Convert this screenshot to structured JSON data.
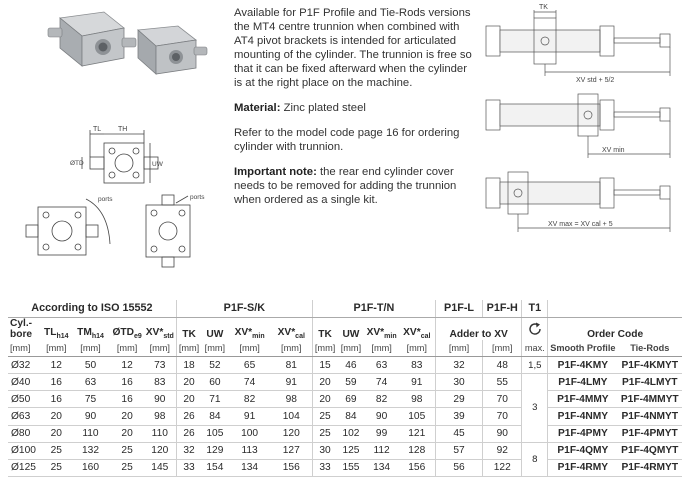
{
  "text": {
    "p1": "Available for P1F Profile and Tie-Rods versions the MT4 centre trunnion when combined with AT4 pivot brackets is intended for articulated mounting of the cylinder. The trunnion is free so that it can be fixed afterward when the cylinder is at the right place on the machine.",
    "material_label": "Material:",
    "material_value": " Zinc plated steel",
    "p3": "Refer to the model code page 16 for ordering cylinder with trunnion.",
    "note_label": "Important note:",
    "note_value": " the rear end cylinder cover needs to be removed for adding the trunnion when ordered as a single kit."
  },
  "drawing_labels": {
    "tl": "TL",
    "th": "TH",
    "td": "ØTD",
    "uw": "UW",
    "ports1": "ports",
    "ports2": "ports",
    "tk": "TK",
    "xv_std": "XV std + 5/2",
    "xv_min": "XV min",
    "xv_max": "XV max = XV cal + 5"
  },
  "table": {
    "groups": {
      "iso": "According to ISO 15552",
      "sk": "P1F-S/K",
      "tn": "P1F-T/N",
      "l": "P1F-L",
      "h": "P1F-H",
      "t1": "T1",
      "order": "Order Code"
    },
    "headers": {
      "cyl": "Cyl.-",
      "bore": "bore",
      "tl": "TL",
      "tl_sub": "h14",
      "tm": "TM",
      "tm_sub": "h14",
      "td": "ØTD",
      "td_sub": "e9",
      "xv_std": "XV*",
      "xv_std_sub": "std",
      "tk": "TK",
      "uw": "UW",
      "xv_min": "XV*",
      "xv_min_sub": "min",
      "xv_cal": "XV*",
      "xv_cal_sub": "cal",
      "tk2": "TK",
      "uw2": "UW",
      "xv_min2": "XV*",
      "xv_min2_sub": "min",
      "xv_cal2": "XV*",
      "xv_cal2_sub": "cal",
      "adder": "Adder to XV",
      "smooth": "Smooth Profile",
      "tierods": "Tie-Rods"
    },
    "unit": "[mm]",
    "max_label": "max.",
    "rows": [
      {
        "bore": "Ø32",
        "tl": "12",
        "tm": "50",
        "td": "12",
        "xv_std": "73",
        "sk_tk": "18",
        "sk_uw": "52",
        "sk_xvmin": "65",
        "sk_xvcal": "81",
        "tn_tk": "15",
        "tn_uw": "46",
        "tn_xvmin": "63",
        "tn_xvcal": "83",
        "l": "32",
        "h": "48",
        "smooth": "P1F-4KMY",
        "tierods": "P1F-4KMYT"
      },
      {
        "bore": "Ø40",
        "tl": "16",
        "tm": "63",
        "td": "16",
        "xv_std": "83",
        "sk_tk": "20",
        "sk_uw": "60",
        "sk_xvmin": "74",
        "sk_xvcal": "91",
        "tn_tk": "20",
        "tn_uw": "59",
        "tn_xvmin": "74",
        "tn_xvcal": "91",
        "l": "30",
        "h": "55",
        "smooth": "P1F-4LMY",
        "tierods": "P1F-4LMYT"
      },
      {
        "bore": "Ø50",
        "tl": "16",
        "tm": "75",
        "td": "16",
        "xv_std": "90",
        "sk_tk": "20",
        "sk_uw": "71",
        "sk_xvmin": "82",
        "sk_xvcal": "98",
        "tn_tk": "20",
        "tn_uw": "69",
        "tn_xvmin": "82",
        "tn_xvcal": "98",
        "l": "29",
        "h": "70",
        "smooth": "P1F-4MMY",
        "tierods": "P1F-4MMYT"
      },
      {
        "bore": "Ø63",
        "tl": "20",
        "tm": "90",
        "td": "20",
        "xv_std": "98",
        "sk_tk": "26",
        "sk_uw": "84",
        "sk_xvmin": "91",
        "sk_xvcal": "104",
        "tn_tk": "25",
        "tn_uw": "84",
        "tn_xvmin": "90",
        "tn_xvcal": "105",
        "l": "39",
        "h": "70",
        "smooth": "P1F-4NMY",
        "tierods": "P1F-4NMYT"
      },
      {
        "bore": "Ø80",
        "tl": "20",
        "tm": "110",
        "td": "20",
        "xv_std": "110",
        "sk_tk": "26",
        "sk_uw": "105",
        "sk_xvmin": "100",
        "sk_xvcal": "120",
        "tn_tk": "25",
        "tn_uw": "102",
        "tn_xvmin": "99",
        "tn_xvcal": "121",
        "l": "45",
        "h": "90",
        "smooth": "P1F-4PMY",
        "tierods": "P1F-4PMYT"
      },
      {
        "bore": "Ø100",
        "tl": "25",
        "tm": "132",
        "td": "25",
        "xv_std": "120",
        "sk_tk": "32",
        "sk_uw": "129",
        "sk_xvmin": "113",
        "sk_xvcal": "127",
        "tn_tk": "30",
        "tn_uw": "125",
        "tn_xvmin": "112",
        "tn_xvcal": "128",
        "l": "57",
        "h": "92",
        "smooth": "P1F-4QMY",
        "tierods": "P1F-4QMYT"
      },
      {
        "bore": "Ø125",
        "tl": "25",
        "tm": "160",
        "td": "25",
        "xv_std": "145",
        "sk_tk": "33",
        "sk_uw": "154",
        "sk_xvmin": "134",
        "sk_xvcal": "156",
        "tn_tk": "33",
        "tn_uw": "155",
        "tn_xvmin": "134",
        "tn_xvcal": "156",
        "l": "56",
        "h": "122",
        "smooth": "P1F-4RMY",
        "tierods": "P1F-4RMYT"
      }
    ],
    "t1_values": [
      "1,5",
      "3",
      "8"
    ]
  }
}
